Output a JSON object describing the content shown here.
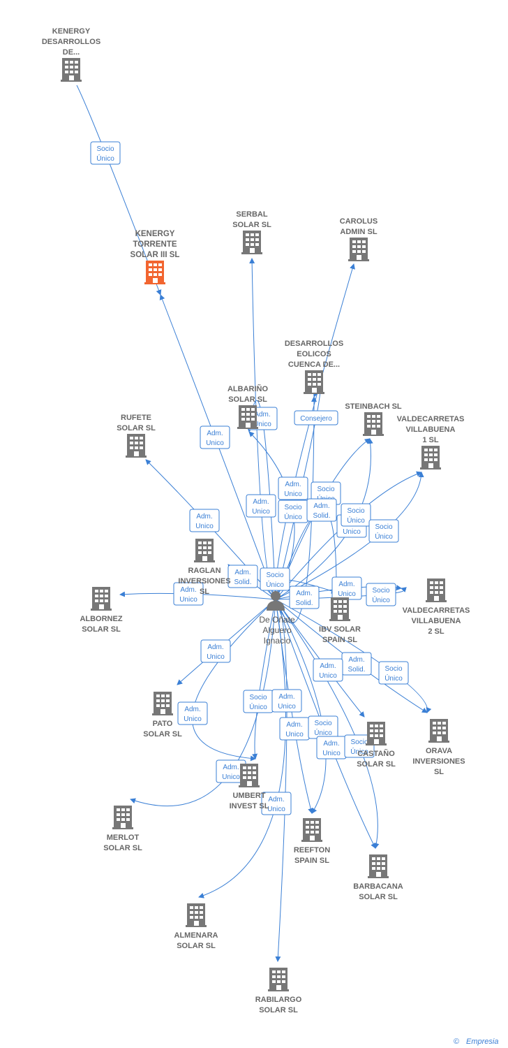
{
  "colors": {
    "edge": "#3a7fd5",
    "building": "#777777",
    "highlight": "#f26530"
  },
  "person": {
    "lines": [
      "De Oñate",
      "Alguero",
      "Ignacio"
    ]
  },
  "companies": [
    {
      "id": "kenergy_des",
      "lines": [
        "KENERGY",
        "DESARROLLOS",
        "DE..."
      ]
    },
    {
      "id": "kenergy_torr",
      "lines": [
        "KENERGY",
        "TORRENTE",
        "SOLAR III SL"
      ],
      "highlight": true
    },
    {
      "id": "serbal",
      "lines": [
        "SERBAL",
        "SOLAR SL"
      ]
    },
    {
      "id": "carolus",
      "lines": [
        "CAROLUS",
        "ADMIN SL"
      ]
    },
    {
      "id": "desarrollos_eol",
      "lines": [
        "DESARROLLOS",
        "EOLICOS",
        "CUENCA DE..."
      ]
    },
    {
      "id": "albarino",
      "lines": [
        "ALBARIÑO",
        "SOLAR SL"
      ]
    },
    {
      "id": "steinbach",
      "lines": [
        "STEINBACH SL"
      ]
    },
    {
      "id": "valdecarretas1",
      "lines": [
        "VALDECARRETAS",
        "VILLABUENA",
        "1 SL"
      ]
    },
    {
      "id": "rufete",
      "lines": [
        "RUFETE",
        "SOLAR SL"
      ]
    },
    {
      "id": "raglan",
      "lines": [
        "RAGLAN",
        "INVERSIONES",
        "SL"
      ]
    },
    {
      "id": "albornez",
      "lines": [
        "ALBORNEZ",
        "SOLAR SL"
      ]
    },
    {
      "id": "ibv",
      "lines": [
        "IBV SOLAR",
        "SPAIN SL"
      ]
    },
    {
      "id": "valdecarretas2",
      "lines": [
        "VALDECARRETAS",
        "VILLABUENA",
        "2 SL"
      ]
    },
    {
      "id": "pato",
      "lines": [
        "PATO",
        "SOLAR SL"
      ]
    },
    {
      "id": "orava",
      "lines": [
        "ORAVA",
        "INVERSIONES",
        "SL"
      ]
    },
    {
      "id": "castano",
      "lines": [
        "CASTAÑO",
        "SOLAR SL"
      ]
    },
    {
      "id": "umbert",
      "lines": [
        "UMBERT",
        "INVEST SL"
      ]
    },
    {
      "id": "merlot",
      "lines": [
        "MERLOT",
        "SOLAR SL"
      ]
    },
    {
      "id": "reefton",
      "lines": [
        "REEFTON",
        "SPAIN SL"
      ]
    },
    {
      "id": "barbacana",
      "lines": [
        "BARBACANA",
        "SOLAR SL"
      ]
    },
    {
      "id": "almenara",
      "lines": [
        "ALMENARA",
        "SOLAR SL"
      ]
    },
    {
      "id": "rabilargo",
      "lines": [
        "RABILARGO",
        "SOLAR SL"
      ]
    }
  ],
  "edges": [
    {
      "from": "kenergy_des",
      "to": "kenergy_torr",
      "label": [
        "Socio",
        "Único"
      ]
    },
    {
      "from": "person",
      "to": "kenergy_torr",
      "label": [
        "Adm.",
        "Unico"
      ]
    },
    {
      "from": "person",
      "to": "serbal",
      "label": [
        "Adm.",
        "Unico"
      ]
    },
    {
      "from": "person",
      "to": "carolus",
      "label": [
        "Adm.",
        "Unico"
      ]
    },
    {
      "from": "person",
      "to": "desarrollos_eol",
      "label": [
        "Consejero"
      ]
    },
    {
      "from": "person",
      "to": "desarrollos_eol",
      "label": [
        "Adm.",
        "Solid."
      ]
    },
    {
      "from": "person",
      "to": "albarino",
      "label": [
        "Adm.",
        "Unico"
      ]
    },
    {
      "from": "person",
      "to": "albarino",
      "label": [
        "Socio",
        "Único"
      ]
    },
    {
      "from": "person",
      "to": "steinbach",
      "label": [
        "Socio",
        "Único"
      ]
    },
    {
      "from": "person",
      "to": "steinbach",
      "label": [
        "Adm.",
        "Unico"
      ]
    },
    {
      "from": "person",
      "to": "valdecarretas1",
      "label": [
        "Socio",
        "Único"
      ]
    },
    {
      "from": "person",
      "to": "valdecarretas1",
      "label": [
        "Socio",
        "Único"
      ]
    },
    {
      "from": "person",
      "to": "rufete",
      "label": [
        "Adm.",
        "Unico"
      ]
    },
    {
      "from": "person",
      "to": "raglan",
      "label": [
        "Adm.",
        "Solid."
      ]
    },
    {
      "from": "person",
      "to": "albornez",
      "label": [
        "Adm.",
        "Unico"
      ]
    },
    {
      "from": "person",
      "to": "ibv",
      "label": [
        "Adm.",
        "Solid."
      ]
    },
    {
      "from": "person",
      "to": "valdecarretas2",
      "label": [
        "Adm.",
        "Unico"
      ]
    },
    {
      "from": "person",
      "to": "valdecarretas2",
      "label": [
        "Socio",
        "Único"
      ]
    },
    {
      "from": "person",
      "to": "pato",
      "label": [
        "Adm.",
        "Unico"
      ]
    },
    {
      "from": "person",
      "to": "orava",
      "label": [
        "Adm.",
        "Solid."
      ]
    },
    {
      "from": "person",
      "to": "orava",
      "label": [
        "Socio",
        "Único"
      ]
    },
    {
      "from": "person",
      "to": "castano",
      "label": [
        "Adm.",
        "Unico"
      ]
    },
    {
      "from": "person",
      "to": "umbert",
      "label": [
        "Adm.",
        "Unico"
      ]
    },
    {
      "from": "person",
      "to": "umbert",
      "label": [
        "Socio",
        "Único"
      ]
    },
    {
      "from": "person",
      "to": "merlot",
      "label": [
        "Adm.",
        "Unico"
      ]
    },
    {
      "from": "person",
      "to": "reefton",
      "label": [
        "Adm.",
        "Unico"
      ]
    },
    {
      "from": "person",
      "to": "reefton",
      "label": [
        "Socio",
        "Único"
      ]
    },
    {
      "from": "person",
      "to": "barbacana",
      "label": [
        "Adm.",
        "Unico"
      ]
    },
    {
      "from": "person",
      "to": "barbacana",
      "label": [
        "Socio",
        "Único"
      ]
    },
    {
      "from": "person",
      "to": "almenara",
      "label": [
        "Adm.",
        "Unico"
      ]
    },
    {
      "from": "person",
      "to": "rabilargo",
      "label": [
        "Adm.",
        "Unico"
      ]
    },
    {
      "from": "person",
      "to": "ibv",
      "label": [
        "Socio",
        "Único"
      ]
    }
  ],
  "footer": {
    "copyright": "©",
    "brand": "Empresia"
  }
}
